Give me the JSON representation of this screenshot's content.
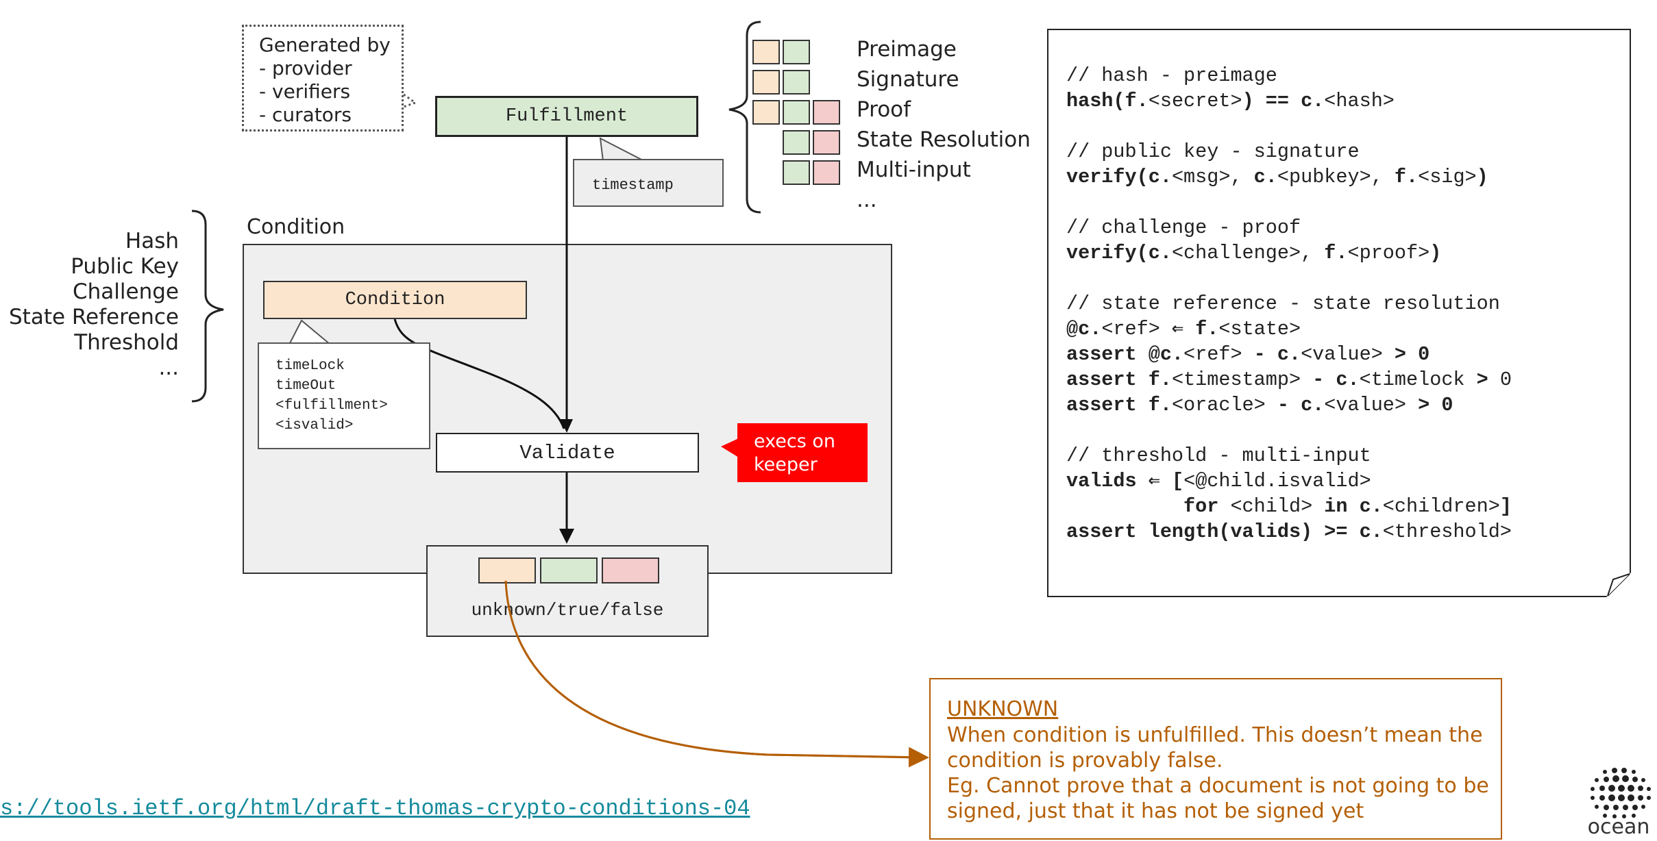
{
  "generated_note": {
    "lines": [
      "Generated by",
      "- provider",
      "- verifiers",
      "- curators"
    ]
  },
  "fulfillment": {
    "label": "Fulfillment",
    "timestamp_label": "timestamp"
  },
  "fulfillment_types": [
    "Preimage",
    "Signature",
    "Proof",
    "State Resolution",
    "Multi-input",
    "..."
  ],
  "condition_types": [
    "Hash",
    "Public Key",
    "Challenge",
    "State Reference",
    "Threshold",
    "..."
  ],
  "condition_area": {
    "title": "Condition",
    "condition_box_label": "Condition",
    "note_lines": [
      "timeLock",
      "timeOut",
      "<fulfillment>",
      "<isvalid>"
    ],
    "validate_label": "Validate",
    "keeper_badge": [
      "execs on",
      "keeper"
    ],
    "result_label": "unknown/true/false"
  },
  "code": [
    "// hash - preimage",
    "hash(f.<secret>) == c.<hash>",
    "",
    "// public key - signature",
    "verify(c.<msg>, c.<pubkey>, f.<sig>)",
    "",
    "// challenge - proof",
    "verify(c.<challenge>, f.<proof>)",
    "",
    "// state reference - state resolution",
    "@c.<ref> ⇐ f.<state>",
    "assert @c.<ref> - c.<value> > 0",
    "assert f.<timestamp> - c.<timelock > 0",
    "assert f.<oracle> - c.<value> > 0",
    "",
    "// threshold - multi-input",
    "valids ⇐ [<@child.isvalid>",
    "          for <child> in c.<children>]",
    "assert length(valids) >= c.<threshold>"
  ],
  "unknown_note": {
    "title": "UNKNOWN",
    "lines": [
      "When condition is unfulfilled. This doesn’t mean the",
      "condition is provably false.",
      "Eg. Cannot prove that a document is not going to be",
      "signed, just that it has not be signed yet"
    ]
  },
  "reference_link": "s://tools.ietf.org/html/draft-thomas-crypto-conditions-04",
  "logo_text": "ocean",
  "colors": {
    "orange_fill": "#fce5cd",
    "green_fill": "#d9ead3",
    "pink_fill": "#f4cccc",
    "keeper_red": "#ff0000",
    "unknown_brown": "#b45f06",
    "link_teal": "#148a9c"
  }
}
